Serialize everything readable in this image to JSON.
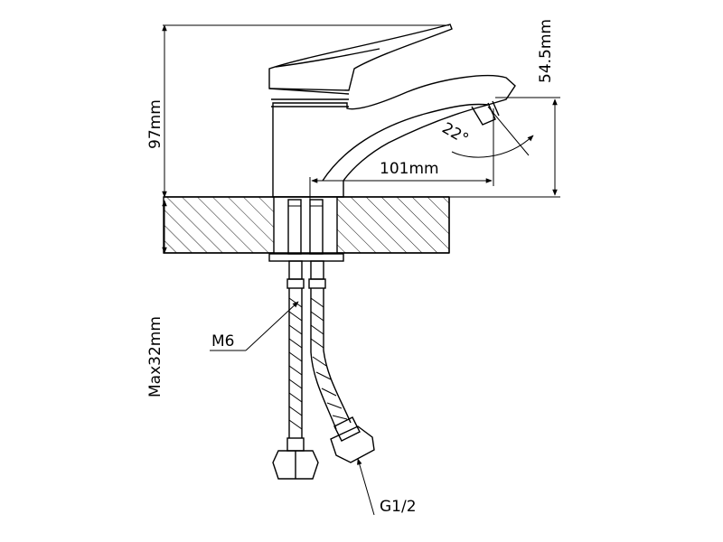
{
  "labels": {
    "height_total": "97mm",
    "height_spout": "54.5mm",
    "spout_reach": "101mm",
    "spout_angle": "22°",
    "thickness_max": "Max32mm",
    "stud_thread": "M6",
    "hose_thread": "G1/2"
  },
  "colors": {
    "line": "#000000",
    "background": "#ffffff"
  }
}
